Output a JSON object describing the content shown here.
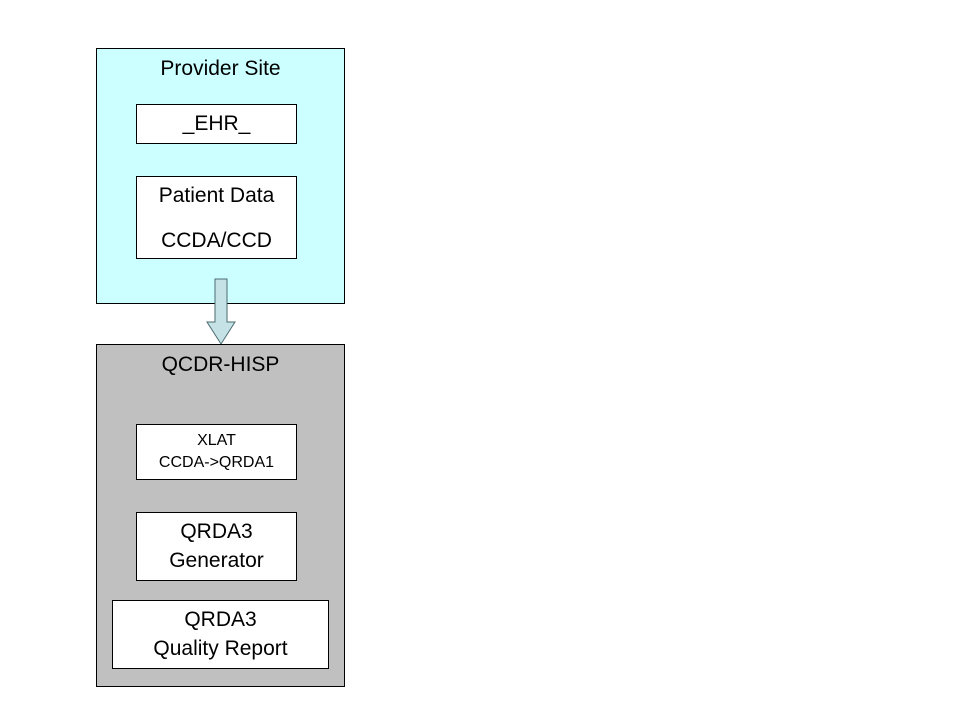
{
  "provider_site": {
    "title": "Provider Site",
    "ehr_label": "_EHR_",
    "patient_data": {
      "line1": "Patient Data",
      "line2": "CCDA/CCD"
    },
    "fill_color": "#ccffff"
  },
  "qcdr_hisp": {
    "title": "QCDR-HISP",
    "xlat": {
      "line1": "XLAT",
      "line2": "CCDA->QRDA1"
    },
    "generator": {
      "line1": "QRDA3",
      "line2": "Generator"
    },
    "quality_report": {
      "line1": "QRDA3",
      "line2": "Quality Report"
    },
    "fill_color": "#c0c0c0"
  },
  "arrow": {
    "direction": "down",
    "fill_color": "#c5e3e6"
  }
}
